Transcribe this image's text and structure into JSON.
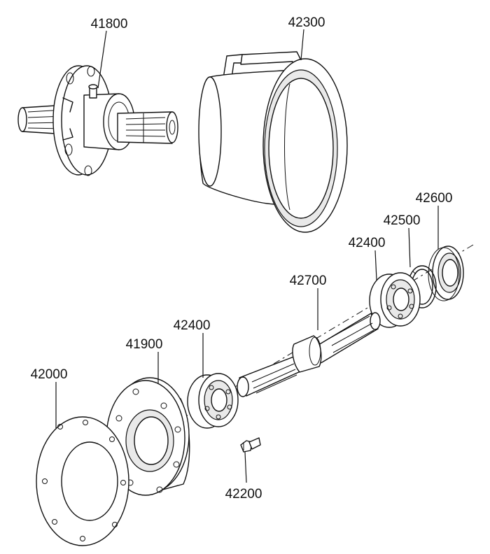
{
  "parts": [
    {
      "id": "p41800",
      "number": "41800"
    },
    {
      "id": "p42300",
      "number": "42300"
    },
    {
      "id": "p42600",
      "number": "42600"
    },
    {
      "id": "p42500",
      "number": "42500"
    },
    {
      "id": "p42400a",
      "number": "42400"
    },
    {
      "id": "p42700",
      "number": "42700"
    },
    {
      "id": "p42400b",
      "number": "42400"
    },
    {
      "id": "p41900",
      "number": "41900"
    },
    {
      "id": "p42000",
      "number": "42000"
    },
    {
      "id": "p42200",
      "number": "42200"
    }
  ]
}
